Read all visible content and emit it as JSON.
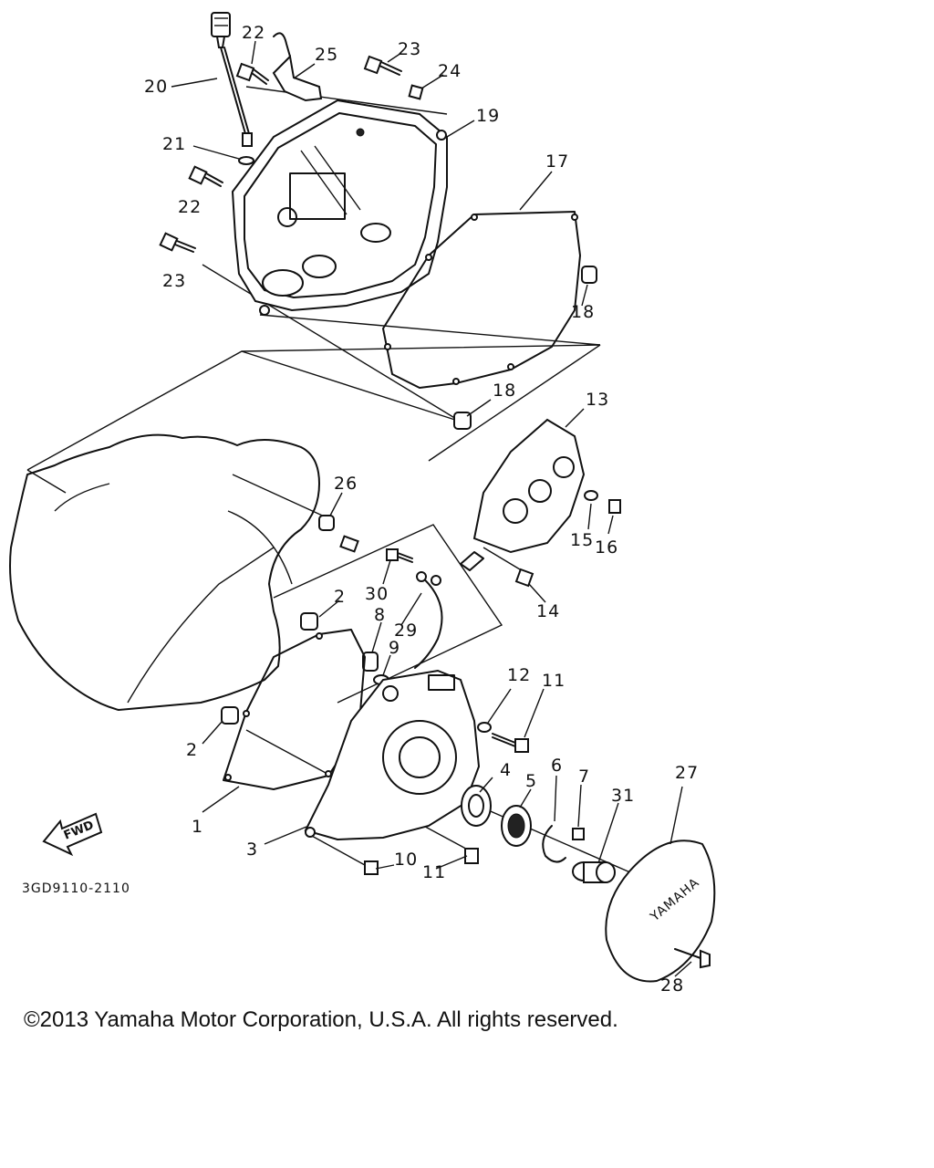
{
  "diagram": {
    "fwd_label": "FWD",
    "drawing_code": "3GD9110-2110",
    "callouts": [
      {
        "id": "c1",
        "label": "1"
      },
      {
        "id": "c2a",
        "label": "2"
      },
      {
        "id": "c2b",
        "label": "2"
      },
      {
        "id": "c3",
        "label": "3"
      },
      {
        "id": "c4",
        "label": "4"
      },
      {
        "id": "c5",
        "label": "5"
      },
      {
        "id": "c6",
        "label": "6"
      },
      {
        "id": "c7",
        "label": "7"
      },
      {
        "id": "c8",
        "label": "8"
      },
      {
        "id": "c9",
        "label": "9"
      },
      {
        "id": "c10",
        "label": "10"
      },
      {
        "id": "c11a",
        "label": "11"
      },
      {
        "id": "c11b",
        "label": "11"
      },
      {
        "id": "c12",
        "label": "12"
      },
      {
        "id": "c13",
        "label": "13"
      },
      {
        "id": "c14",
        "label": "14"
      },
      {
        "id": "c15",
        "label": "15"
      },
      {
        "id": "c16",
        "label": "16"
      },
      {
        "id": "c17",
        "label": "17"
      },
      {
        "id": "c18a",
        "label": "18"
      },
      {
        "id": "c18b",
        "label": "18"
      },
      {
        "id": "c19",
        "label": "19"
      },
      {
        "id": "c20",
        "label": "20"
      },
      {
        "id": "c21",
        "label": "21"
      },
      {
        "id": "c22a",
        "label": "22"
      },
      {
        "id": "c22b",
        "label": "22"
      },
      {
        "id": "c23a",
        "label": "23"
      },
      {
        "id": "c23b",
        "label": "23"
      },
      {
        "id": "c24",
        "label": "24"
      },
      {
        "id": "c25",
        "label": "25"
      },
      {
        "id": "c26",
        "label": "26"
      },
      {
        "id": "c27",
        "label": "27"
      },
      {
        "id": "c28",
        "label": "28"
      },
      {
        "id": "c29",
        "label": "29"
      },
      {
        "id": "c30",
        "label": "30"
      },
      {
        "id": "c31",
        "label": "31"
      }
    ]
  },
  "footer": {
    "copyright": "©2013 Yamaha Motor Corporation, U.S.A. All rights reserved."
  }
}
